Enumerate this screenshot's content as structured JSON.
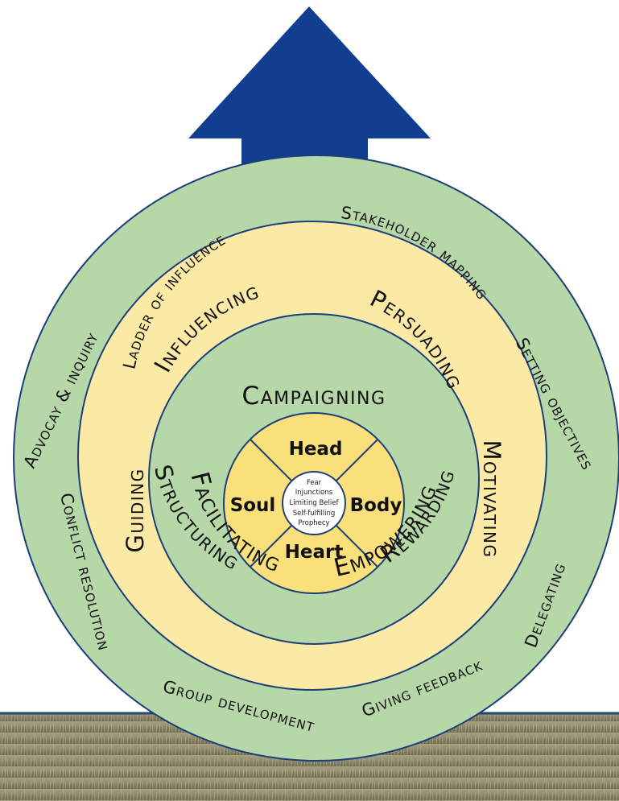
{
  "colors": {
    "arrow": "#113e8f",
    "outer_ring": "#b6d7a8",
    "middle_ring": "#fbe9a6",
    "inner_ring": "#b6d7a8",
    "core": "#f9e07a",
    "border": "#1c3e7a",
    "ground": "#8e8a6a"
  },
  "outer_ring": {
    "ladder_of_influence": "Ladder of influence",
    "stakeholder_mapping": "Stakeholder mapping",
    "setting_objectives": "Setting objectives",
    "delegating": "Delegating",
    "giving_feedback": "Giving feedback",
    "group_development": "Group development",
    "conflict_resolution": "Conflict resolution",
    "advocacy_inquiry": "Advocay & inquiry"
  },
  "middle_ring": {
    "influencing": "Influencing",
    "persuading": "Persuading",
    "motivating": "Motivating",
    "rewarding": "Rewarding",
    "structuring": "Structuring",
    "guiding": "Guiding"
  },
  "inner_ring": {
    "campaigning": "Campaigning",
    "facilitating": "Facilitating",
    "empowering": "Empowering"
  },
  "core": {
    "head": "Head",
    "body": "Body",
    "heart": "Heart",
    "soul": "Soul"
  },
  "center": {
    "line1": "Fear",
    "line2": "Injunctions",
    "line3": "Limiting Belief",
    "line4": "Self-fulfilling",
    "line5": "Prophecy"
  }
}
